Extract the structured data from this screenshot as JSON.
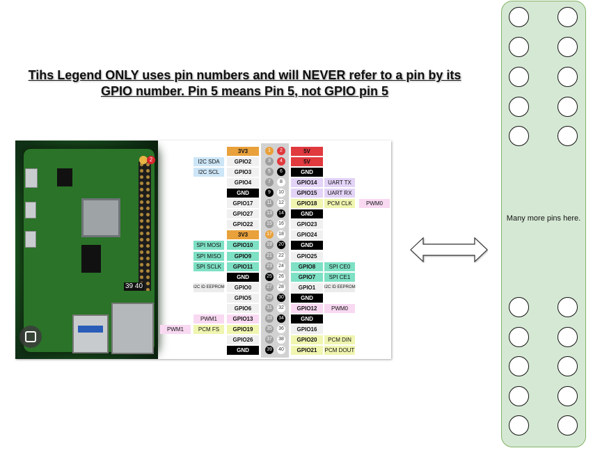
{
  "headline": {
    "line1": "Tihs Legend ONLY uses pin numbers and will NEVER refer to a pin by its",
    "line2": "GPIO number. Pin 5 means Pin 5, not GPIO pin 5"
  },
  "board_photo": {
    "pin_label_1": "1",
    "pin_label_2": "2",
    "pin_label_39": "39",
    "pin_label_40": "40"
  },
  "pinout": {
    "colors": {
      "power3v3": "#e9a13b",
      "power5v": "#e0393e",
      "gnd": "#000000",
      "gpio": "#f0f0f0",
      "i2c": "#cde6f7",
      "spi": "#7ee0c4",
      "uart": "#e3d3f7",
      "pcm": "#f0f5b0",
      "pwm": "#f9d9f2",
      "eeprom": "#ececec",
      "pin_odd": "#9e9e9e",
      "pin_even": "#ffffff"
    },
    "rows": [
      {
        "lf": "",
        "lfc": "",
        "ln": "3V3",
        "lc": "power3v3",
        "a": "1",
        "b": "2",
        "rn": "5V",
        "rc": "power5v",
        "rf": "",
        "rfc": "",
        "rf2": "",
        "rf2c": ""
      },
      {
        "lf": "I2C SDA",
        "lfc": "i2c",
        "ln": "GPIO2",
        "lc": "gpio",
        "a": "3",
        "b": "4",
        "rn": "5V",
        "rc": "power5v",
        "rf": "",
        "rfc": "",
        "rf2": "",
        "rf2c": ""
      },
      {
        "lf": "I2C SCL",
        "lfc": "i2c",
        "ln": "GPIO3",
        "lc": "gpio",
        "a": "5",
        "b": "6",
        "rn": "GND",
        "rc": "gnd",
        "rf": "",
        "rfc": "",
        "rf2": "",
        "rf2c": ""
      },
      {
        "lf": "",
        "lfc": "",
        "ln": "GPIO4",
        "lc": "gpio",
        "a": "7",
        "b": "8",
        "rn": "GPIO14",
        "rc": "uart",
        "rf": "UART TX",
        "rfc": "uart",
        "rf2": "",
        "rf2c": ""
      },
      {
        "lf": "",
        "lfc": "",
        "ln": "GND",
        "lc": "gnd",
        "a": "9",
        "b": "10",
        "rn": "GPIO15",
        "rc": "uart",
        "rf": "UART RX",
        "rfc": "uart",
        "rf2": "",
        "rf2c": ""
      },
      {
        "lf": "",
        "lfc": "",
        "ln": "GPIO17",
        "lc": "gpio",
        "a": "11",
        "b": "12",
        "rn": "GPIO18",
        "rc": "pcm",
        "rf": "PCM CLK",
        "rfc": "pcm",
        "rf2": "PWM0",
        "rf2c": "pwm"
      },
      {
        "lf": "",
        "lfc": "",
        "ln": "GPIO27",
        "lc": "gpio",
        "a": "13",
        "b": "14",
        "rn": "GND",
        "rc": "gnd",
        "rf": "",
        "rfc": "",
        "rf2": "",
        "rf2c": ""
      },
      {
        "lf": "",
        "lfc": "",
        "ln": "GPIO22",
        "lc": "gpio",
        "a": "15",
        "b": "16",
        "rn": "GPIO23",
        "rc": "gpio",
        "rf": "",
        "rfc": "",
        "rf2": "",
        "rf2c": ""
      },
      {
        "lf": "",
        "lfc": "",
        "ln": "3V3",
        "lc": "power3v3",
        "a": "17",
        "b": "18",
        "rn": "GPIO24",
        "rc": "gpio",
        "rf": "",
        "rfc": "",
        "rf2": "",
        "rf2c": ""
      },
      {
        "lf": "SPI MOSI",
        "lfc": "spi",
        "ln": "GPIO10",
        "lc": "spi",
        "a": "19",
        "b": "20",
        "rn": "GND",
        "rc": "gnd",
        "rf": "",
        "rfc": "",
        "rf2": "",
        "rf2c": ""
      },
      {
        "lf": "SPI MISO",
        "lfc": "spi",
        "ln": "GPIO9",
        "lc": "spi",
        "a": "21",
        "b": "22",
        "rn": "GPIO25",
        "rc": "gpio",
        "rf": "",
        "rfc": "",
        "rf2": "",
        "rf2c": ""
      },
      {
        "lf": "SPI SCLK",
        "lfc": "spi",
        "ln": "GPIO11",
        "lc": "spi",
        "a": "23",
        "b": "24",
        "rn": "GPIO8",
        "rc": "spi",
        "rf": "SPI CE0",
        "rfc": "spi",
        "rf2": "",
        "rf2c": ""
      },
      {
        "lf": "",
        "lfc": "",
        "ln": "GND",
        "lc": "gnd",
        "a": "25",
        "b": "26",
        "rn": "GPIO7",
        "rc": "spi",
        "rf": "SPI CE1",
        "rfc": "spi",
        "rf2": "",
        "rf2c": ""
      },
      {
        "lf": "I2C ID EEPROM",
        "lfc": "eeprom",
        "ln": "GPIO0",
        "lc": "gpio",
        "a": "27",
        "b": "28",
        "rn": "GPIO1",
        "rc": "gpio",
        "rf": "I2C ID EEPROM",
        "rfc": "eeprom",
        "rf2": "",
        "rf2c": ""
      },
      {
        "lf": "",
        "lfc": "",
        "ln": "GPIO5",
        "lc": "gpio",
        "a": "29",
        "b": "30",
        "rn": "GND",
        "rc": "gnd",
        "rf": "",
        "rfc": "",
        "rf2": "",
        "rf2c": ""
      },
      {
        "lf": "",
        "lfc": "",
        "ln": "GPIO6",
        "lc": "gpio",
        "a": "31",
        "b": "32",
        "rn": "GPIO12",
        "rc": "pwm",
        "rf": "PWM0",
        "rfc": "pwm",
        "rf2": "",
        "rf2c": ""
      },
      {
        "lf": "PWM1",
        "lfc": "pwm",
        "ln": "GPIO13",
        "lc": "pwm",
        "a": "33",
        "b": "34",
        "rn": "GND",
        "rc": "gnd",
        "rf": "",
        "rfc": "",
        "rf2": "",
        "rf2c": ""
      },
      {
        "lf2": "PWM1",
        "lf2c": "pwm",
        "lf": "PCM FS",
        "lfc": "pcm",
        "ln": "GPIO19",
        "lc": "pcm",
        "a": "35",
        "b": "36",
        "rn": "GPIO16",
        "rc": "gpio",
        "rf": "",
        "rfc": "",
        "rf2": "",
        "rf2c": ""
      },
      {
        "lf": "",
        "lfc": "",
        "ln": "GPIO26",
        "lc": "gpio",
        "a": "37",
        "b": "38",
        "rn": "GPIO20",
        "rc": "pcm",
        "rf": "PCM DIN",
        "rfc": "pcm",
        "rf2": "",
        "rf2c": ""
      },
      {
        "lf": "",
        "lfc": "",
        "ln": "GND",
        "lc": "gnd",
        "a": "39",
        "b": "40",
        "rn": "GPIO21",
        "rc": "pcm",
        "rf": "PCM DOUT",
        "rfc": "pcm",
        "rf2": "",
        "rf2c": ""
      }
    ]
  },
  "panel": {
    "note": "Many more pins here.",
    "fill": "#d5e8d4",
    "stroke": "#82b366"
  }
}
